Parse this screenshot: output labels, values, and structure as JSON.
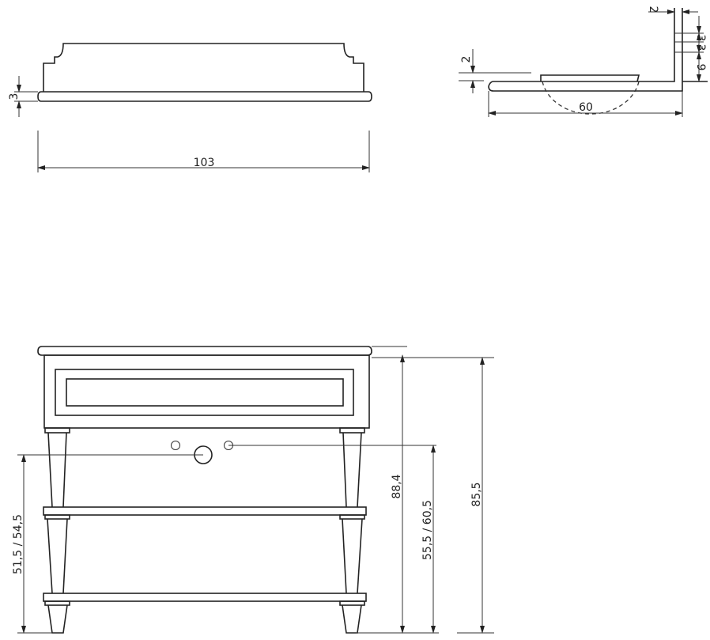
{
  "top_view": {
    "width_label": "103",
    "thickness_label": "3"
  },
  "section_view": {
    "wall_thickness_label": "2",
    "dim_a_label": "3",
    "dim_b_label": "3",
    "dim_c_label": "9",
    "top_thickness_label": "2",
    "depth_label": "60"
  },
  "front_view": {
    "height_total_label": "88,4",
    "height_top_label": "85,5",
    "drain_height_label": "55,5 / 60,5",
    "waste_height_label": "51,5 / 54,5"
  },
  "colors": {
    "line": "#222222",
    "background": "#ffffff"
  }
}
